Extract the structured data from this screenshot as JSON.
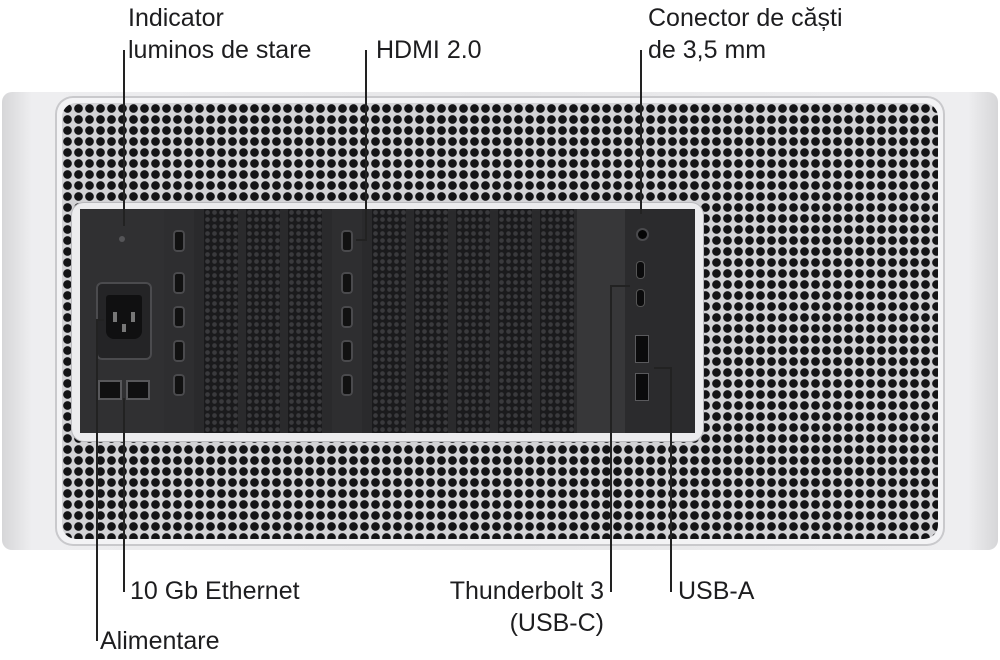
{
  "labels": {
    "status_indicator_line1": "Indicator",
    "status_indicator_line2": "luminos de stare",
    "hdmi": "HDMI 2.0",
    "headphone_line1": "Conector de căști",
    "headphone_line2": "de 3,5 mm",
    "ethernet": "10 Gb Ethernet",
    "power": "Alimentare",
    "thunderbolt_line1": "Thunderbolt 3",
    "thunderbolt_line2": "(USB-C)",
    "usba": "USB-A"
  },
  "colors": {
    "text": "#1d1d1f",
    "leader": "#222222",
    "chassis": "#e6e6e8",
    "io_panel": "#2a2a2c"
  }
}
